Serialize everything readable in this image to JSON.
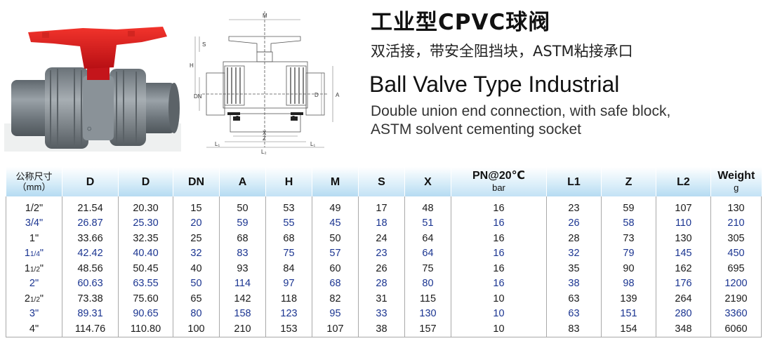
{
  "header": {
    "title_cn": "工业型CPVC球阀",
    "subtitle_cn": "双活接，带安全阻挡块，ASTM粘接承口",
    "title_en": "Ball Valve Type Industrial",
    "subtitle_en_line1": "Double union end connection, with safe block,",
    "subtitle_en_line2": "ASTM solvent cementing socket"
  },
  "drawing": {
    "labels": {
      "m": "M",
      "s": "S",
      "h": "H",
      "dn": "DN",
      "d": "D",
      "a": "A",
      "x": "X",
      "z": "Z",
      "l1": "L₁",
      "l2": "L₂"
    }
  },
  "table": {
    "headers": [
      {
        "main": "公称尺寸",
        "sub": "（mm）"
      },
      {
        "main": "D",
        "sub": ""
      },
      {
        "main": "D",
        "sub": ""
      },
      {
        "main": "DN",
        "sub": ""
      },
      {
        "main": "A",
        "sub": ""
      },
      {
        "main": "H",
        "sub": ""
      },
      {
        "main": "M",
        "sub": ""
      },
      {
        "main": "S",
        "sub": ""
      },
      {
        "main": "X",
        "sub": ""
      },
      {
        "main": "PN@20℃",
        "sub": "bar"
      },
      {
        "main": "L1",
        "sub": ""
      },
      {
        "main": "Z",
        "sub": ""
      },
      {
        "main": "L2",
        "sub": ""
      },
      {
        "main": "Weight",
        "sub": "g"
      }
    ],
    "rows": [
      {
        "size_whole": "",
        "size_frac": "",
        "size": "1/2\"",
        "cells": [
          "21.54",
          "20.30",
          "15",
          "50",
          "53",
          "49",
          "17",
          "48",
          "16",
          "23",
          "59",
          "107",
          "130"
        ]
      },
      {
        "size_whole": "",
        "size_frac": "",
        "size": "3/4\"",
        "cells": [
          "26.87",
          "25.30",
          "20",
          "59",
          "55",
          "45",
          "18",
          "51",
          "16",
          "26",
          "58",
          "110",
          "210"
        ]
      },
      {
        "size_whole": "",
        "size_frac": "",
        "size": "1\"",
        "cells": [
          "33.66",
          "32.35",
          "25",
          "68",
          "68",
          "50",
          "24",
          "64",
          "16",
          "28",
          "73",
          "130",
          "305"
        ]
      },
      {
        "size_whole": "1",
        "size_frac": "1/4",
        "size": "\"",
        "cells": [
          "42.42",
          "40.40",
          "32",
          "83",
          "75",
          "57",
          "23",
          "64",
          "16",
          "32",
          "79",
          "145",
          "450"
        ]
      },
      {
        "size_whole": "1",
        "size_frac": "1/2",
        "size": "\"",
        "cells": [
          "48.56",
          "50.45",
          "40",
          "93",
          "84",
          "60",
          "26",
          "75",
          "16",
          "35",
          "90",
          "162",
          "695"
        ]
      },
      {
        "size_whole": "",
        "size_frac": "",
        "size": "2\"",
        "cells": [
          "60.63",
          "63.55",
          "50",
          "114",
          "97",
          "68",
          "28",
          "80",
          "16",
          "38",
          "98",
          "176",
          "1200"
        ]
      },
      {
        "size_whole": "2",
        "size_frac": "1/2",
        "size": "\"",
        "cells": [
          "73.38",
          "75.60",
          "65",
          "142",
          "118",
          "82",
          "31",
          "115",
          "10",
          "63",
          "139",
          "264",
          "2190"
        ]
      },
      {
        "size_whole": "",
        "size_frac": "",
        "size": "3\"",
        "cells": [
          "89.31",
          "90.65",
          "80",
          "158",
          "123",
          "95",
          "33",
          "130",
          "10",
          "63",
          "151",
          "280",
          "3360"
        ]
      },
      {
        "size_whole": "",
        "size_frac": "",
        "size": "4\"",
        "cells": [
          "114.76",
          "110.80",
          "100",
          "210",
          "153",
          "107",
          "38",
          "157",
          "10",
          "83",
          "154",
          "348",
          "6060"
        ]
      }
    ]
  },
  "colors": {
    "handle_red": "#e0191e",
    "body_grey": "#7c848a",
    "header_blue": "#b5dbf2",
    "even_row_text": "#1b3591"
  }
}
